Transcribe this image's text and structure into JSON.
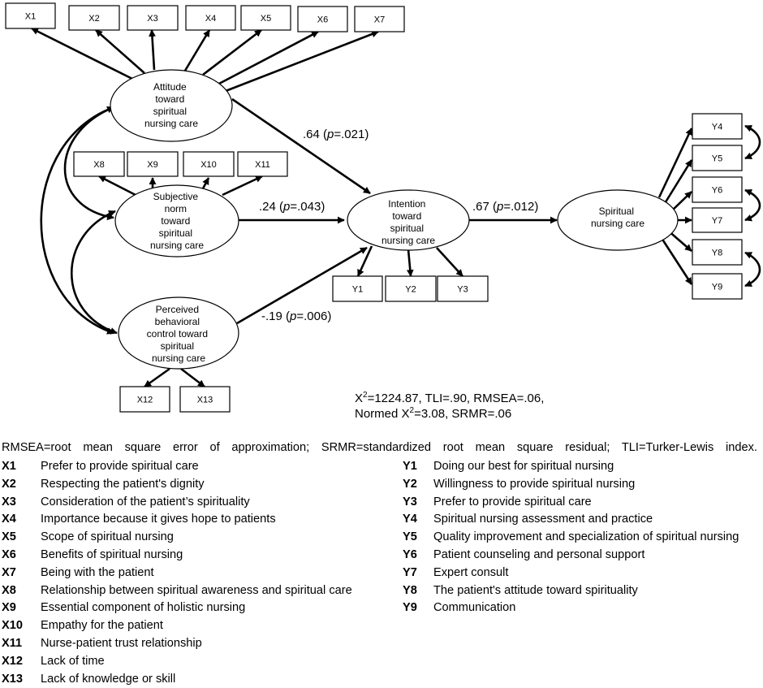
{
  "diagram": {
    "indicators": {
      "X1": "X1",
      "X2": "X2",
      "X3": "X3",
      "X4": "X4",
      "X5": "X5",
      "X6": "X6",
      "X7": "X7",
      "X8": "X8",
      "X9": "X9",
      "X10": "X10",
      "X11": "X11",
      "X12": "X12",
      "X13": "X13",
      "Y1": "Y1",
      "Y2": "Y2",
      "Y3": "Y3",
      "Y4": "Y4",
      "Y5": "Y5",
      "Y6": "Y6",
      "Y7": "Y7",
      "Y8": "Y8",
      "Y9": "Y9"
    },
    "latents": {
      "attitude": [
        "Attitude",
        "toward",
        "spiritual",
        "nursing care"
      ],
      "subjective_norm": [
        "Subjective",
        "norm",
        "toward",
        "spiritual",
        "nursing care"
      ],
      "perceived_control": [
        "Perceived",
        "behavioral",
        "control toward",
        "spiritual",
        "nursing care"
      ],
      "intention": [
        "Intention",
        "toward",
        "spiritual",
        "nursing care"
      ],
      "spiritual_care": [
        "Spiritual",
        "nursing care"
      ]
    },
    "paths": {
      "attitude_to_intention": {
        "coef": ".64",
        "p_label": "p",
        "p_value": "=.021"
      },
      "norm_to_intention": {
        "coef": ".24",
        "p_label": "p",
        "p_value": "=.043"
      },
      "control_to_intention": {
        "coef": "-.19",
        "p_label": "p",
        "p_value": "=.006"
      },
      "intention_to_care": {
        "coef": ".67",
        "p_label": "p",
        "p_value": "=.012"
      }
    },
    "fit": {
      "chi_symbol": "X",
      "chi_sup": "2",
      "line1_rest": "=1224.87, TLI=.90, RMSEA=.06,",
      "line2_prefix": "Normed ",
      "line2_rest": "=3.08, SRMR=.06"
    }
  },
  "abbreviations": "RMSEA=root mean square error of approximation; SRMR=standardized root mean square residual; TLI=Turker-Lewis index.",
  "legend_x": [
    {
      "code": "X1",
      "desc": "Prefer to provide spiritual care"
    },
    {
      "code": "X2",
      "desc": "Respecting the patient's dignity"
    },
    {
      "code": "X3",
      "desc": "Consideration of the patient’s spirituality"
    },
    {
      "code": "X4",
      "desc": "Importance because it gives hope to patients"
    },
    {
      "code": "X5",
      "desc": "Scope of spiritual nursing"
    },
    {
      "code": "X6",
      "desc": "Benefits of spiritual nursing"
    },
    {
      "code": "X7",
      "desc": "Being with the patient"
    },
    {
      "code": "X8",
      "desc": "Relationship between spiritual awareness and spiritual care"
    },
    {
      "code": "X9",
      "desc": "Essential component of holistic nursing"
    },
    {
      "code": "X10",
      "desc": "Empathy for the patient"
    },
    {
      "code": "X11",
      "desc": "Nurse-patient trust relationship"
    },
    {
      "code": "X12",
      "desc": "Lack of time"
    },
    {
      "code": "X13",
      "desc": "Lack of knowledge or skill"
    }
  ],
  "legend_y": [
    {
      "code": "Y1",
      "desc": "Doing our best for spiritual nursing"
    },
    {
      "code": "Y2",
      "desc": "Willingness to provide spiritual nursing"
    },
    {
      "code": "Y3",
      "desc": "Prefer to provide spiritual care"
    },
    {
      "code": "Y4",
      "desc": "Spiritual nursing assessment and practice"
    },
    {
      "code": "Y5",
      "desc": "Quality improvement and specialization of spiritual nursing"
    },
    {
      "code": "Y6",
      "desc": "Patient counseling and personal support"
    },
    {
      "code": "Y7",
      "desc": "Expert consult"
    },
    {
      "code": "Y8",
      "desc": "The patient's attitude toward spirituality"
    },
    {
      "code": "Y9",
      "desc": "Communication"
    }
  ]
}
